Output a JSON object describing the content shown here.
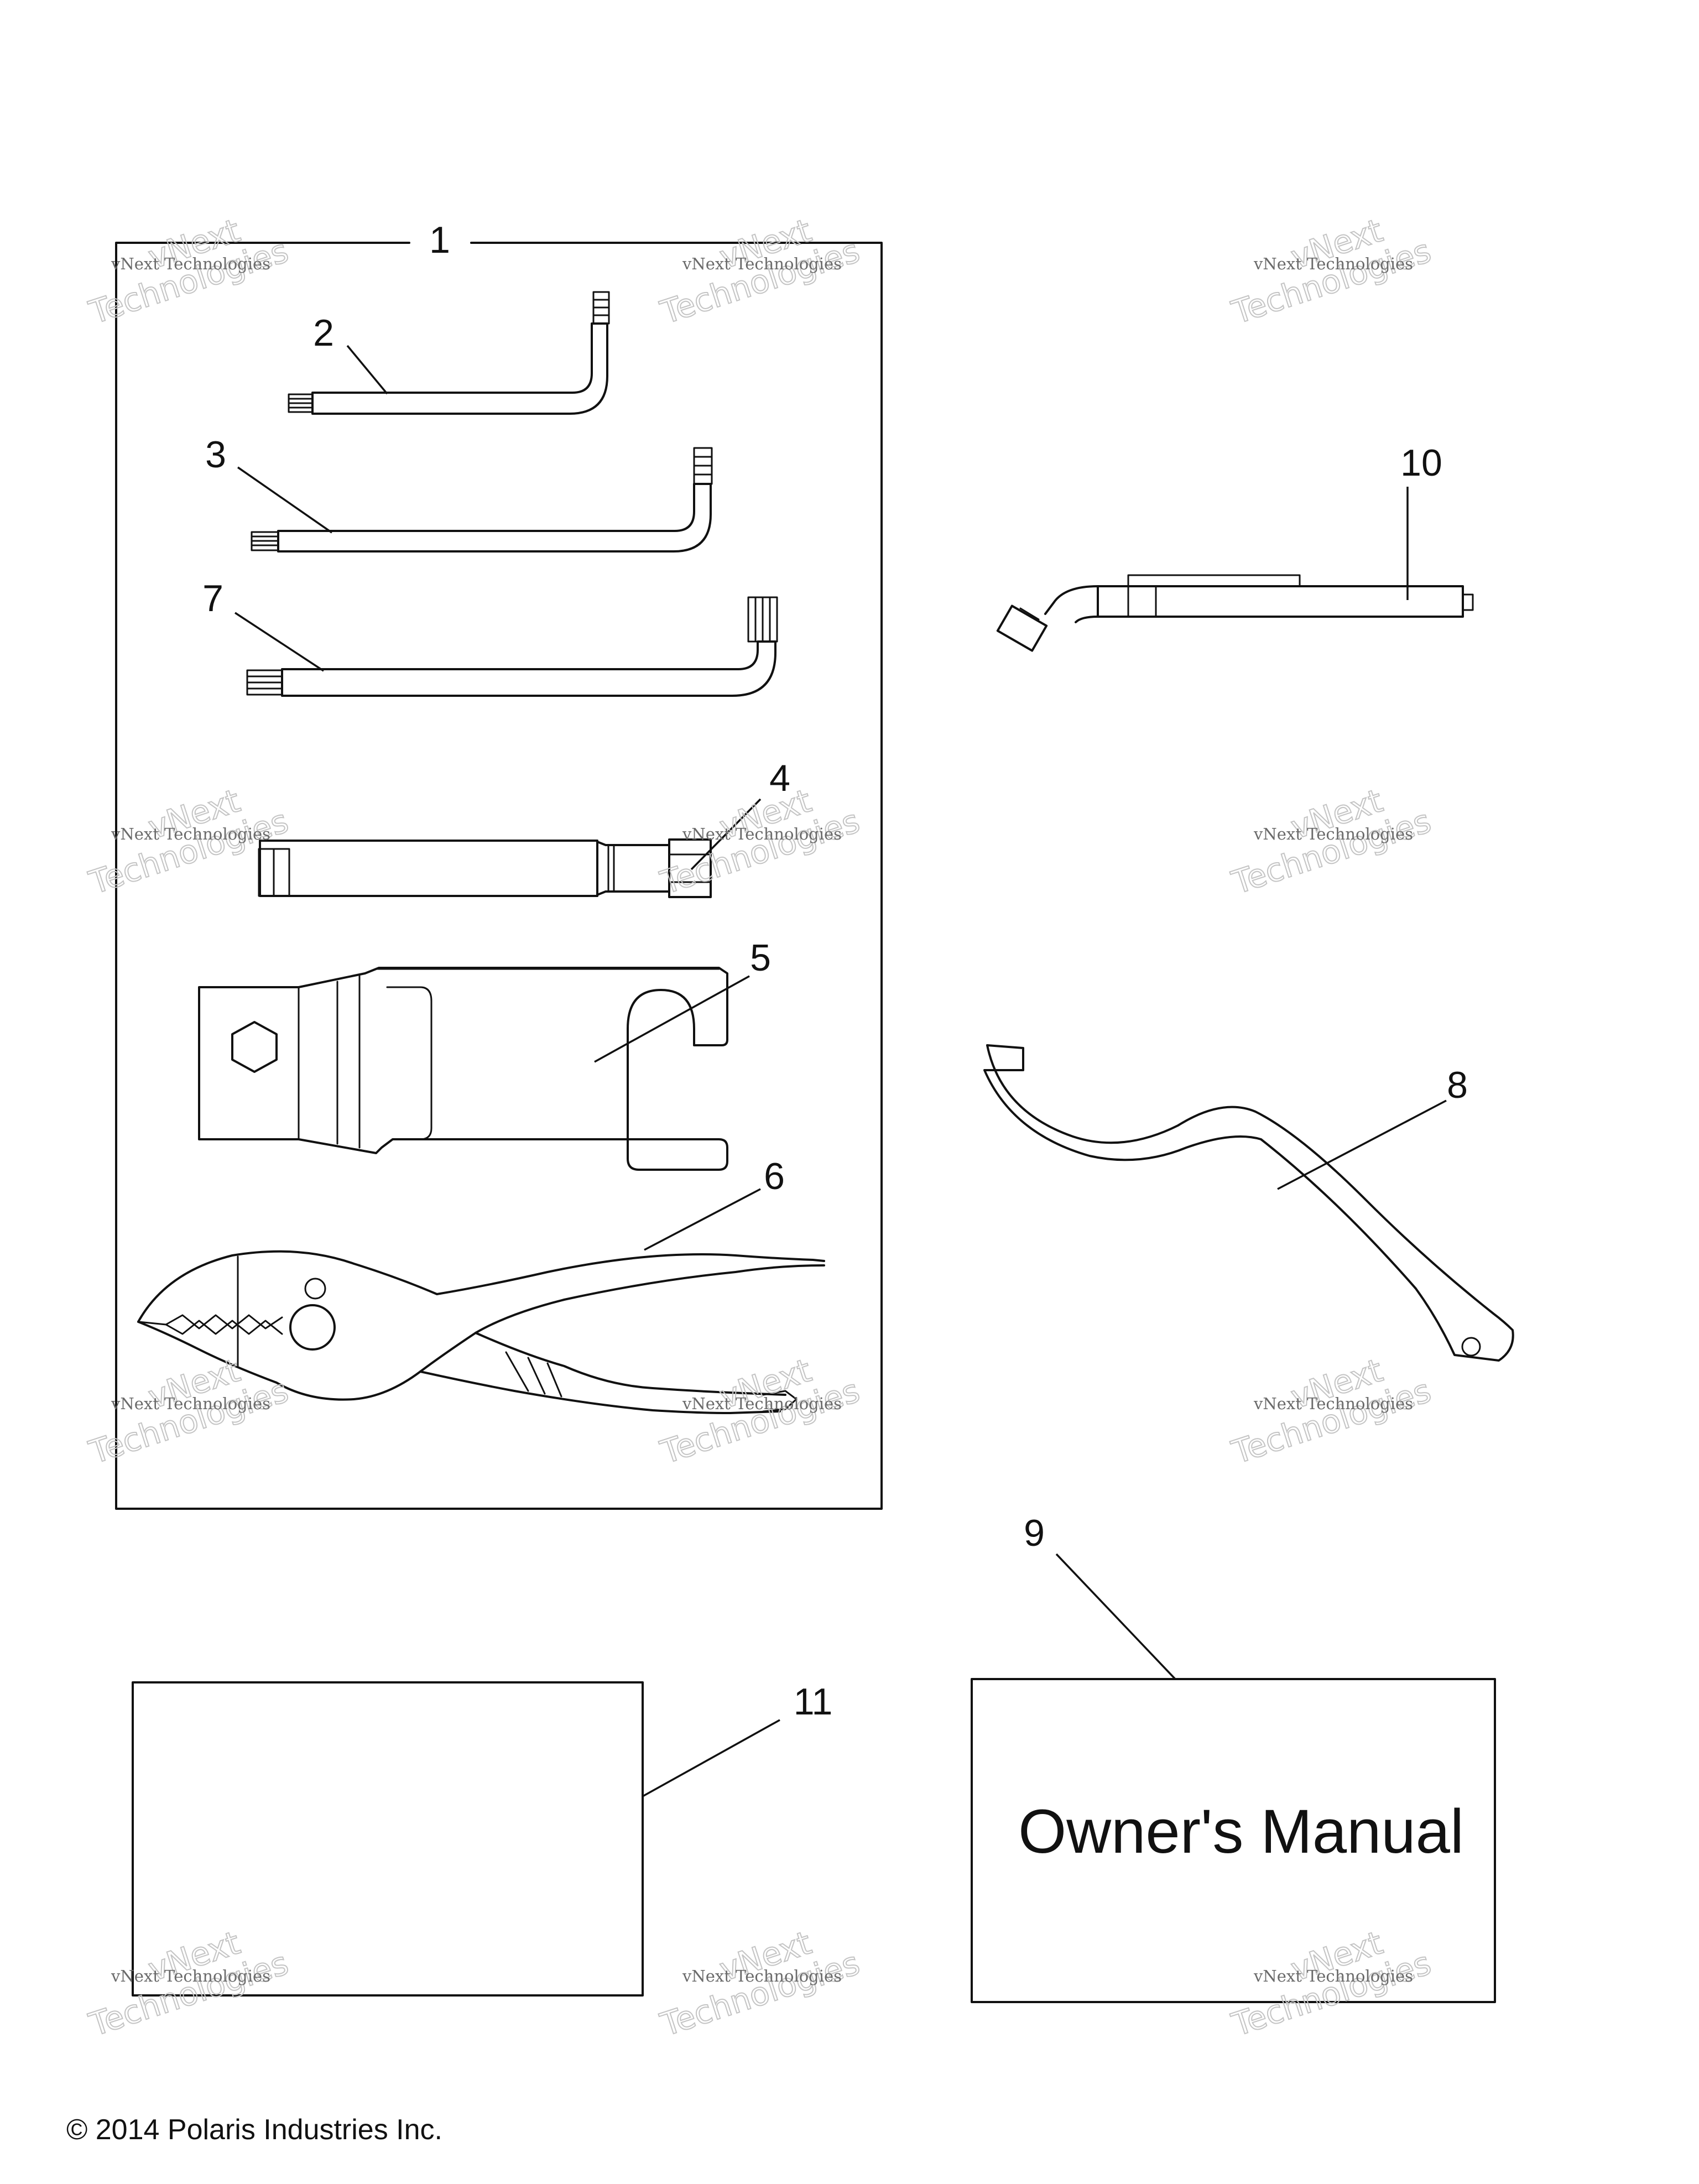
{
  "diagram": {
    "callouts": {
      "c1": "1",
      "c2": "2",
      "c3": "3",
      "c4": "4",
      "c5": "5",
      "c6": "6",
      "c7": "7",
      "c8": "8",
      "c9": "9",
      "c10": "10",
      "c11": "11"
    },
    "owners_manual_label": "Owner's Manual",
    "copyright": "© 2014 Polaris Industries Inc."
  },
  "watermark": {
    "line_small": "vNext Technologies",
    "line_big_top": "vNext",
    "line_big_bottom": "Technologies"
  }
}
